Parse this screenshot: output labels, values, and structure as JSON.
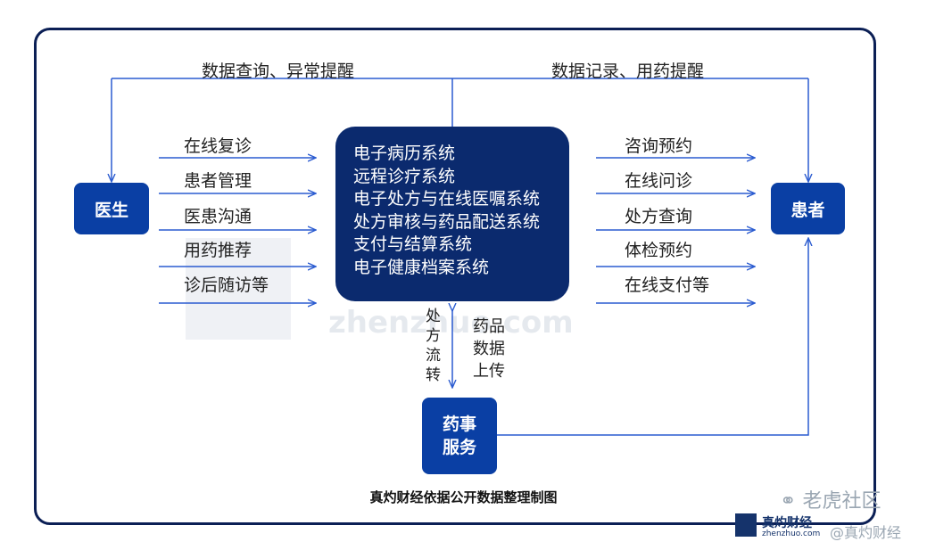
{
  "top_left_label": "数据查询、异常提醒",
  "top_right_label": "数据记录、用药提醒",
  "doctor": "医生",
  "patient": "患者",
  "pharmacy": [
    "药事",
    "服务"
  ],
  "center_systems": [
    "电子病历系统",
    "远程诊疗系统",
    "电子处方与在线医嘱系统",
    "处方审核与药品配送系统",
    "支付与结算系统",
    "电子健康档案系统"
  ],
  "left_items": [
    "在线复诊",
    "患者管理",
    "医患沟通",
    "用药推荐",
    "诊后随访等"
  ],
  "right_items": [
    "咨询预约",
    "在线问诊",
    "处方查询",
    "体检预约",
    "在线支付等"
  ],
  "prescription_flow": [
    "处",
    "方",
    "流",
    "转"
  ],
  "drug_upload": [
    "药品",
    "数据",
    "上传"
  ],
  "caption": "真灼财经依据公开数据整理制图",
  "watermark_forum": "老虎社区",
  "watermark_author": "@真灼财经",
  "logo_name": "真灼财经",
  "logo_url": "zhenzhuo.com",
  "watermark_text": "zhenzhuo.com",
  "colors": {
    "node": "#0a3fa4",
    "center": "#0b2a6e",
    "line": "#2a5bd0",
    "frame": "#0b1f55"
  }
}
